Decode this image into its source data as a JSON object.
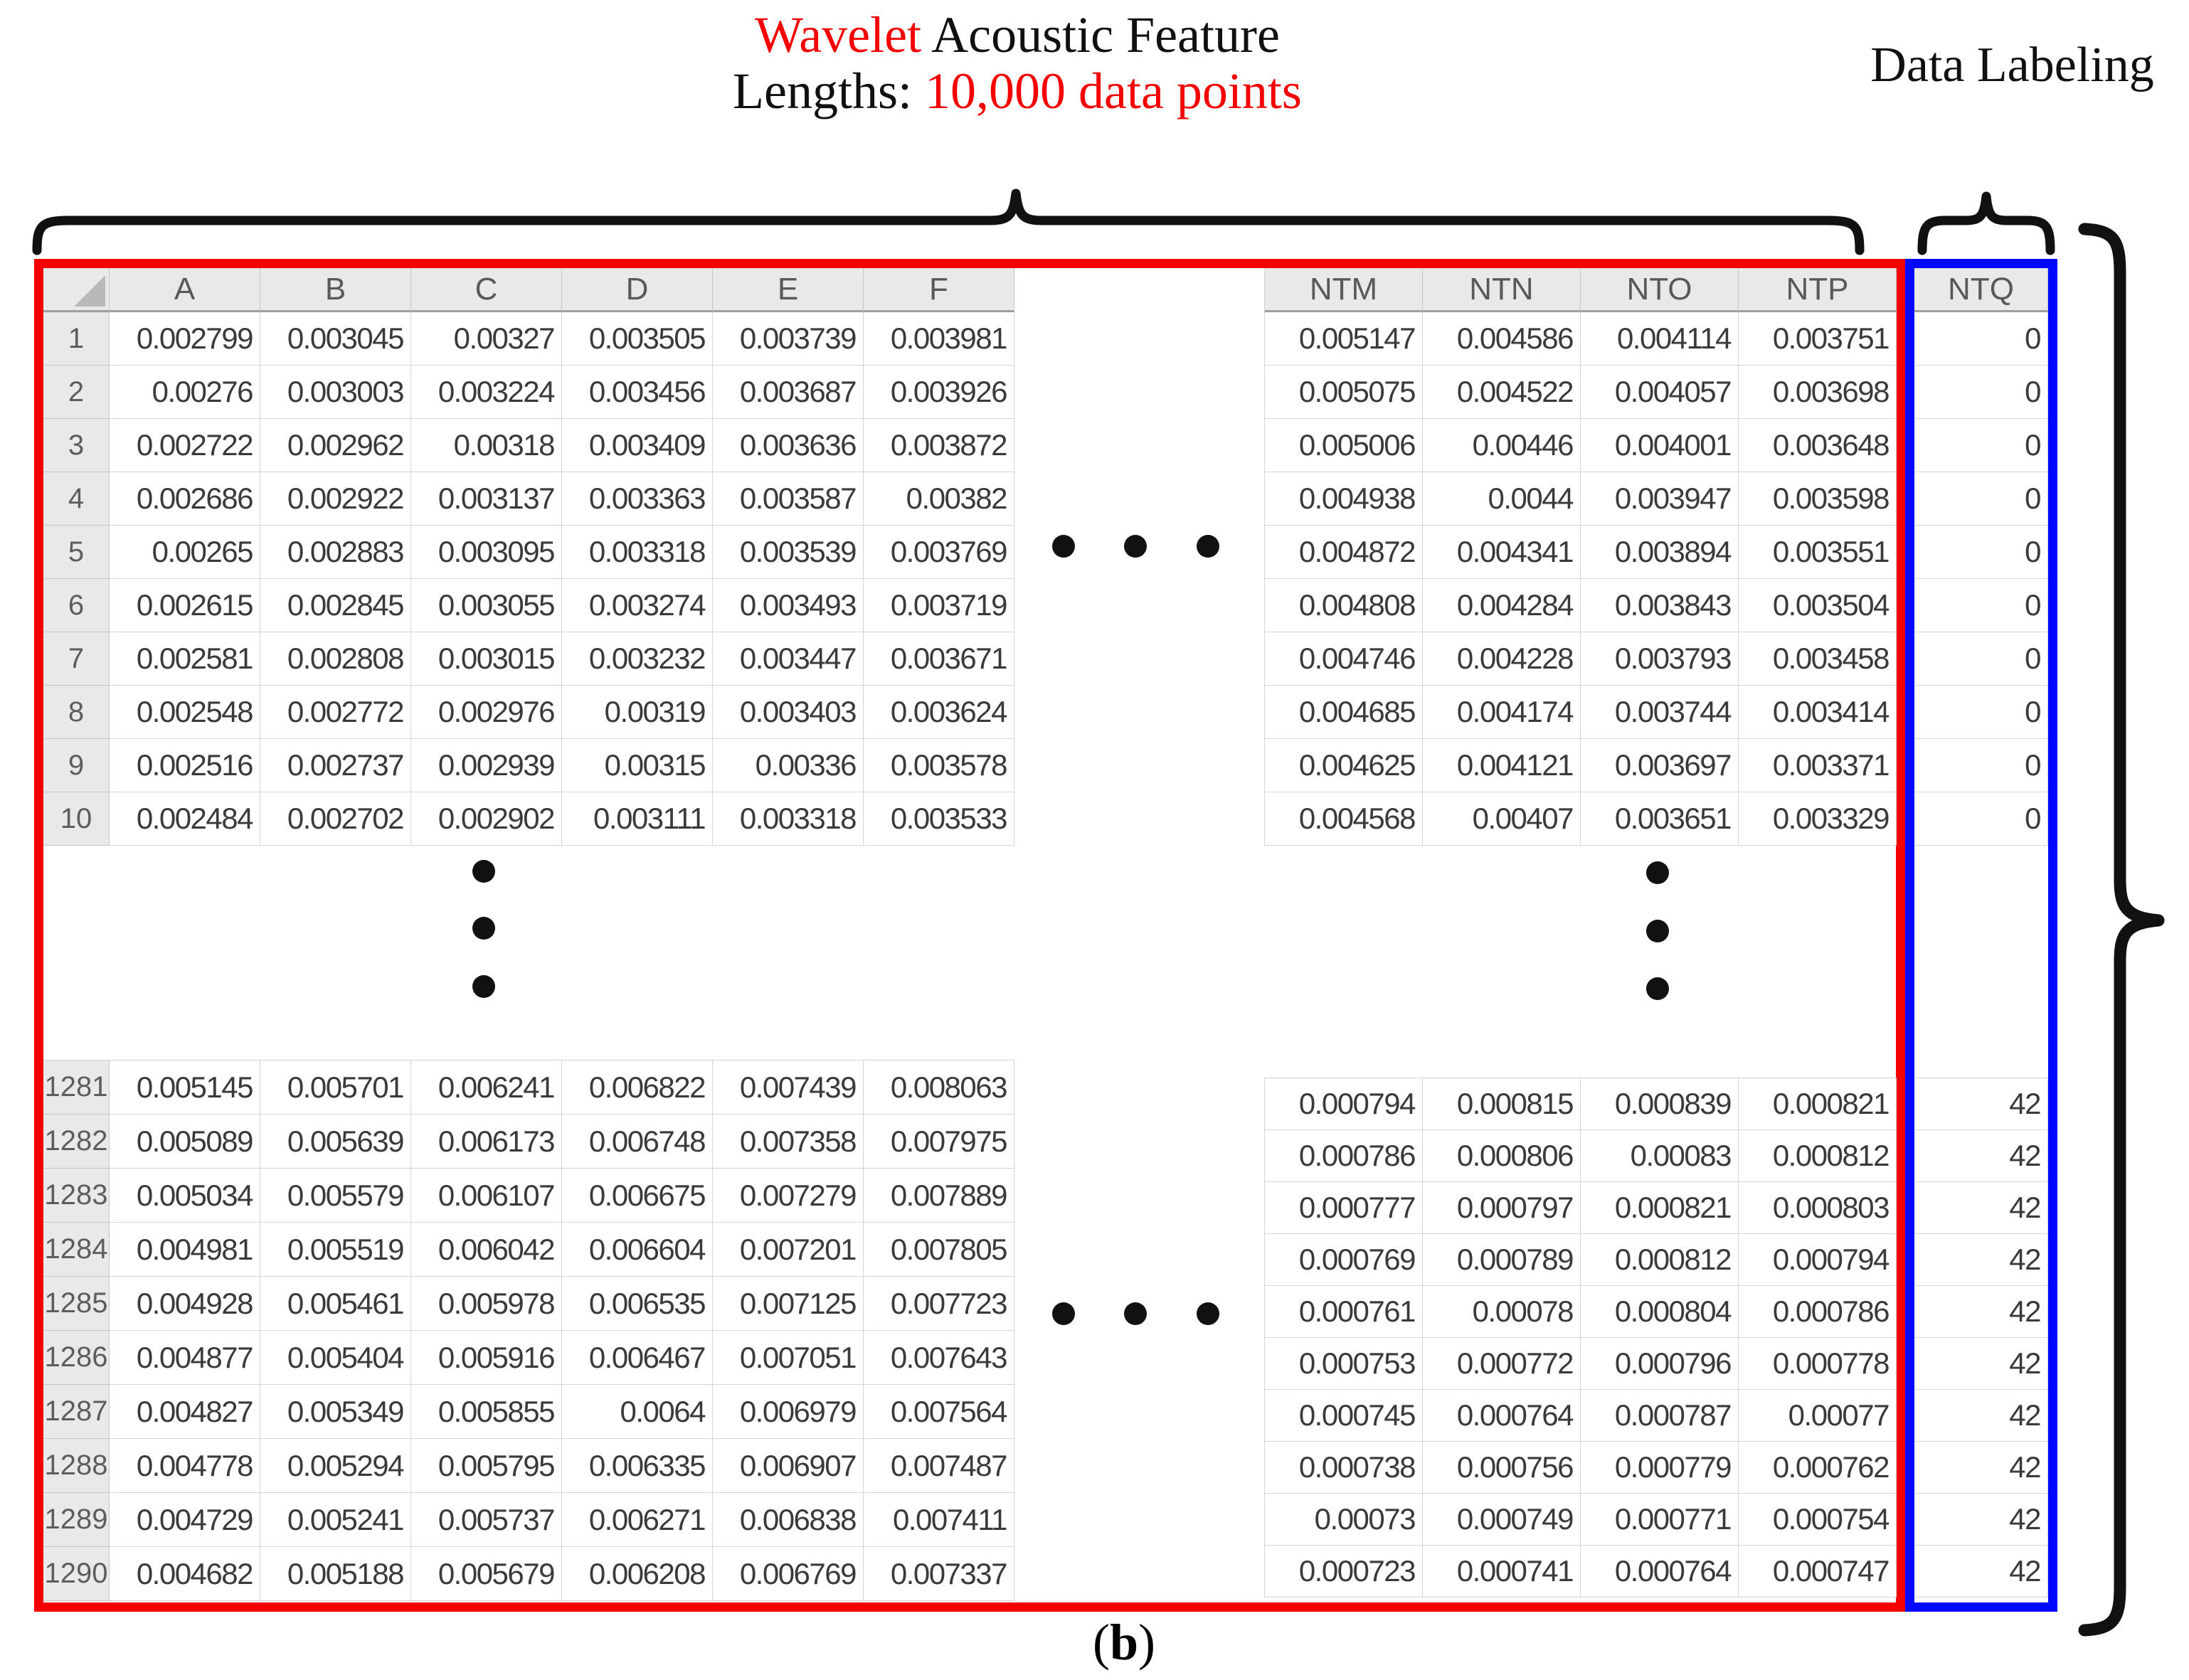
{
  "title": {
    "line1_red": "Wavelet",
    "line1_black": " Acoustic Feature",
    "line2_black": "Lengths: ",
    "line2_red": "10,000 data points"
  },
  "annotations": {
    "data_labeling": "Data Labeling"
  },
  "figure_label": {
    "prefix": "(",
    "letter": "b",
    "suffix": ")"
  },
  "colors": {
    "red_box": "#f50000",
    "blue_box": "#0008ff",
    "header_bg": "#e9e9e9",
    "grid": "#d4d4d4",
    "header_text": "#595959",
    "cell_text": "#3a3a3a",
    "annot": "#111111"
  },
  "spreadsheet": {
    "left_columns": [
      "A",
      "B",
      "C",
      "D",
      "E",
      "F"
    ],
    "right_columns": [
      "NTM",
      "NTN",
      "NTO",
      "NTP"
    ],
    "label_column": "NTQ",
    "top_rows": {
      "numbers": [
        "1",
        "2",
        "3",
        "4",
        "5",
        "6",
        "7",
        "8",
        "9",
        "10"
      ],
      "left": [
        [
          "0.002799",
          "0.003045",
          "0.00327",
          "0.003505",
          "0.003739",
          "0.003981"
        ],
        [
          "0.00276",
          "0.003003",
          "0.003224",
          "0.003456",
          "0.003687",
          "0.003926"
        ],
        [
          "0.002722",
          "0.002962",
          "0.00318",
          "0.003409",
          "0.003636",
          "0.003872"
        ],
        [
          "0.002686",
          "0.002922",
          "0.003137",
          "0.003363",
          "0.003587",
          "0.00382"
        ],
        [
          "0.00265",
          "0.002883",
          "0.003095",
          "0.003318",
          "0.003539",
          "0.003769"
        ],
        [
          "0.002615",
          "0.002845",
          "0.003055",
          "0.003274",
          "0.003493",
          "0.003719"
        ],
        [
          "0.002581",
          "0.002808",
          "0.003015",
          "0.003232",
          "0.003447",
          "0.003671"
        ],
        [
          "0.002548",
          "0.002772",
          "0.002976",
          "0.00319",
          "0.003403",
          "0.003624"
        ],
        [
          "0.002516",
          "0.002737",
          "0.002939",
          "0.00315",
          "0.00336",
          "0.003578"
        ],
        [
          "0.002484",
          "0.002702",
          "0.002902",
          "0.003111",
          "0.003318",
          "0.003533"
        ]
      ],
      "right": [
        [
          "0.005147",
          "0.004586",
          "0.004114",
          "0.003751"
        ],
        [
          "0.005075",
          "0.004522",
          "0.004057",
          "0.003698"
        ],
        [
          "0.005006",
          "0.00446",
          "0.004001",
          "0.003648"
        ],
        [
          "0.004938",
          "0.0044",
          "0.003947",
          "0.003598"
        ],
        [
          "0.004872",
          "0.004341",
          "0.003894",
          "0.003551"
        ],
        [
          "0.004808",
          "0.004284",
          "0.003843",
          "0.003504"
        ],
        [
          "0.004746",
          "0.004228",
          "0.003793",
          "0.003458"
        ],
        [
          "0.004685",
          "0.004174",
          "0.003744",
          "0.003414"
        ],
        [
          "0.004625",
          "0.004121",
          "0.003697",
          "0.003371"
        ],
        [
          "0.004568",
          "0.00407",
          "0.003651",
          "0.003329"
        ]
      ],
      "labels": [
        "0",
        "0",
        "0",
        "0",
        "0",
        "0",
        "0",
        "0",
        "0",
        "0"
      ]
    },
    "bottom_rows": {
      "numbers": [
        "1281",
        "1282",
        "1283",
        "1284",
        "1285",
        "1286",
        "1287",
        "1288",
        "1289",
        "1290"
      ],
      "left": [
        [
          "0.005145",
          "0.005701",
          "0.006241",
          "0.006822",
          "0.007439",
          "0.008063"
        ],
        [
          "0.005089",
          "0.005639",
          "0.006173",
          "0.006748",
          "0.007358",
          "0.007975"
        ],
        [
          "0.005034",
          "0.005579",
          "0.006107",
          "0.006675",
          "0.007279",
          "0.007889"
        ],
        [
          "0.004981",
          "0.005519",
          "0.006042",
          "0.006604",
          "0.007201",
          "0.007805"
        ],
        [
          "0.004928",
          "0.005461",
          "0.005978",
          "0.006535",
          "0.007125",
          "0.007723"
        ],
        [
          "0.004877",
          "0.005404",
          "0.005916",
          "0.006467",
          "0.007051",
          "0.007643"
        ],
        [
          "0.004827",
          "0.005349",
          "0.005855",
          "0.0064",
          "0.006979",
          "0.007564"
        ],
        [
          "0.004778",
          "0.005294",
          "0.005795",
          "0.006335",
          "0.006907",
          "0.007487"
        ],
        [
          "0.004729",
          "0.005241",
          "0.005737",
          "0.006271",
          "0.006838",
          "0.007411"
        ],
        [
          "0.004682",
          "0.005188",
          "0.005679",
          "0.006208",
          "0.006769",
          "0.007337"
        ]
      ],
      "right": [
        [
          "0.000794",
          "0.000815",
          "0.000839",
          "0.000821"
        ],
        [
          "0.000786",
          "0.000806",
          "0.00083",
          "0.000812"
        ],
        [
          "0.000777",
          "0.000797",
          "0.000821",
          "0.000803"
        ],
        [
          "0.000769",
          "0.000789",
          "0.000812",
          "0.000794"
        ],
        [
          "0.000761",
          "0.00078",
          "0.000804",
          "0.000786"
        ],
        [
          "0.000753",
          "0.000772",
          "0.000796",
          "0.000778"
        ],
        [
          "0.000745",
          "0.000764",
          "0.000787",
          "0.00077"
        ],
        [
          "0.000738",
          "0.000756",
          "0.000779",
          "0.000762"
        ],
        [
          "0.00073",
          "0.000749",
          "0.000771",
          "0.000754"
        ],
        [
          "0.000723",
          "0.000741",
          "0.000764",
          "0.000747"
        ]
      ],
      "labels": [
        "42",
        "42",
        "42",
        "42",
        "42",
        "42",
        "42",
        "42",
        "42",
        "42"
      ]
    }
  }
}
